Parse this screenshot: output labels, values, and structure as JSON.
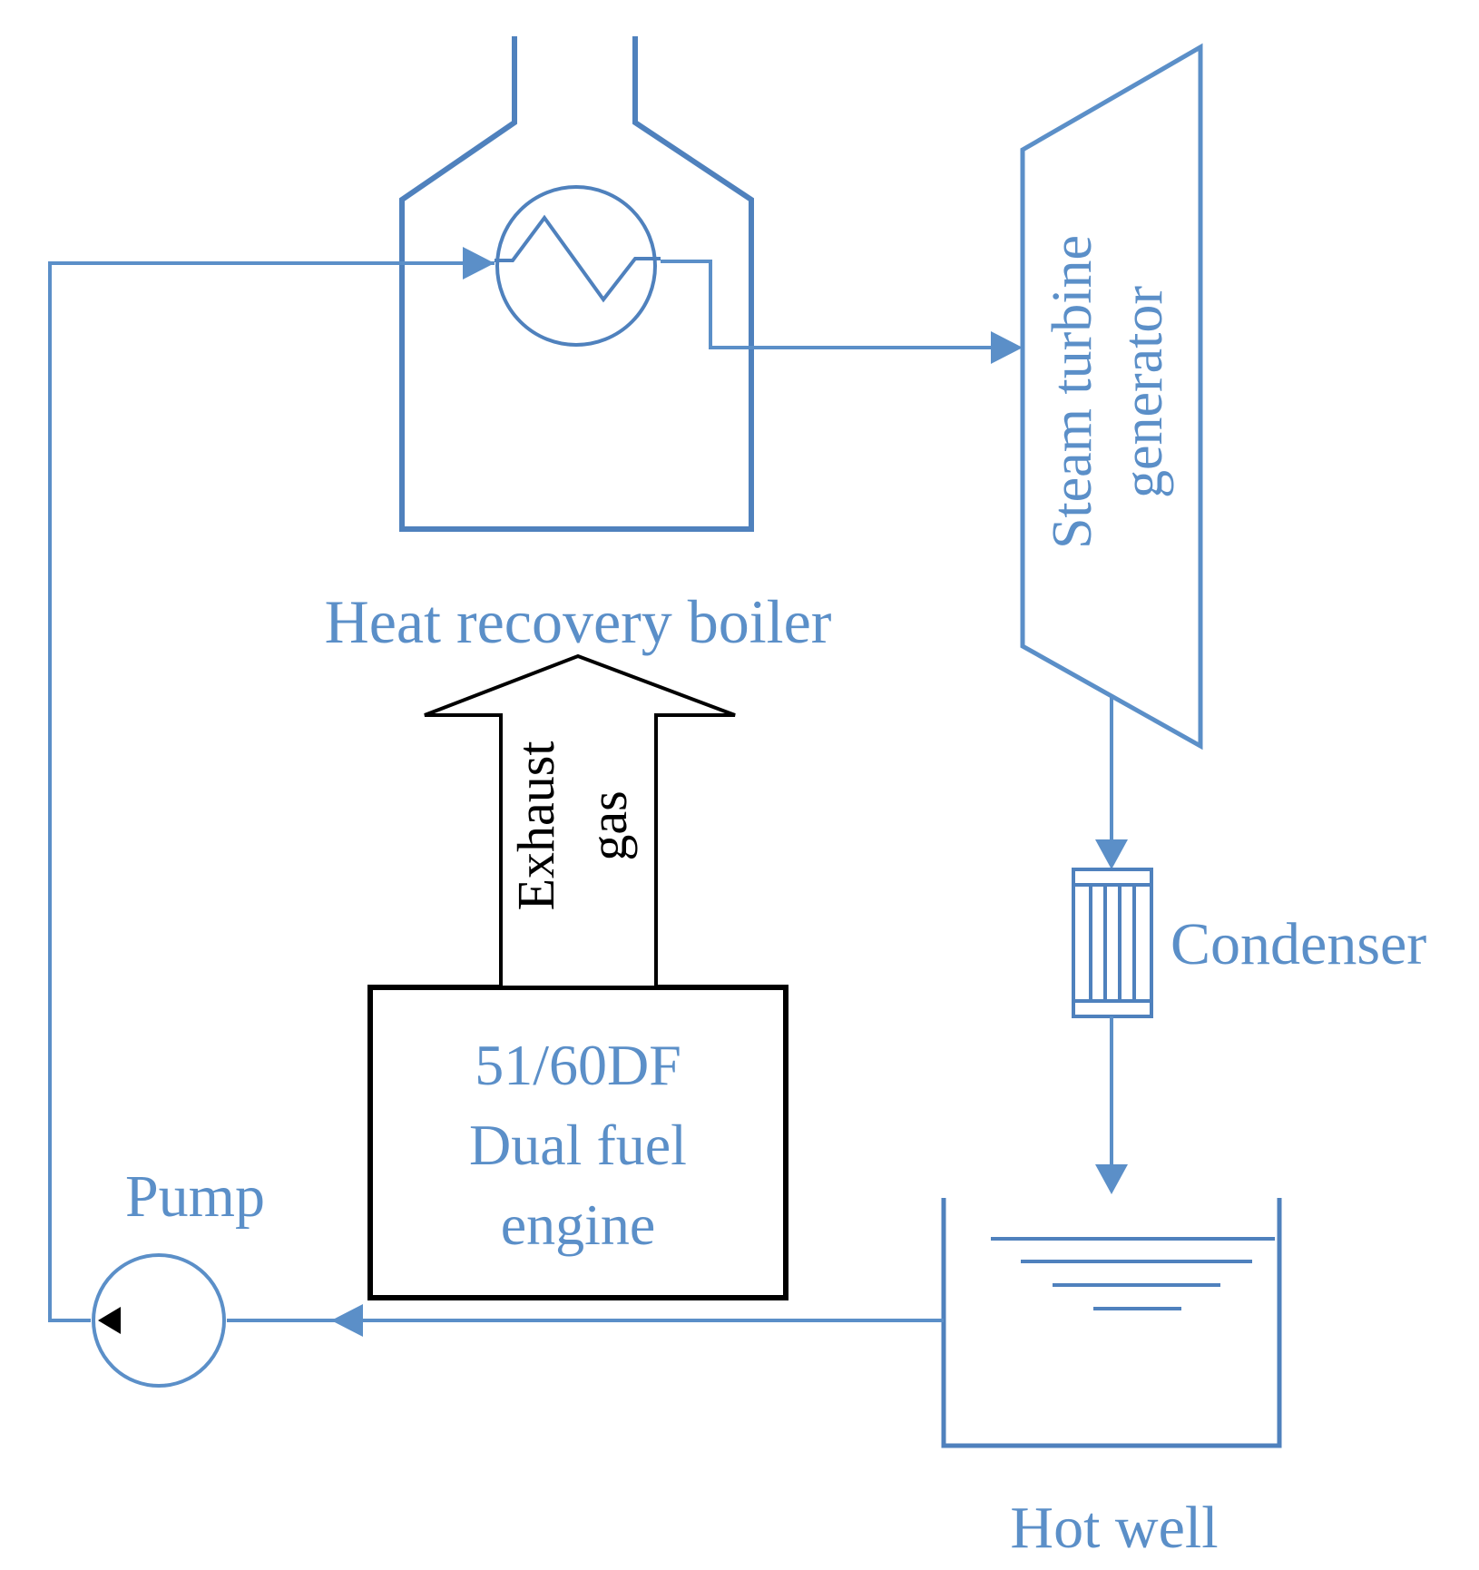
{
  "colors": {
    "pipe": "#5b8fc8",
    "equipment": "#4f81bd",
    "text": "#5b8fc8",
    "engine": "#000000"
  },
  "labels": {
    "boiler": "Heat recovery boiler",
    "turbine_line1": "Steam turbine",
    "turbine_line2": "generator",
    "condenser": "Condenser",
    "hot_well": "Hot well",
    "pump": "Pump",
    "engine_line1": "51/60DF",
    "engine_line2": "Dual fuel",
    "engine_line3": "engine",
    "exhaust_line1": "Exhaust",
    "exhaust_line2": "gas"
  }
}
